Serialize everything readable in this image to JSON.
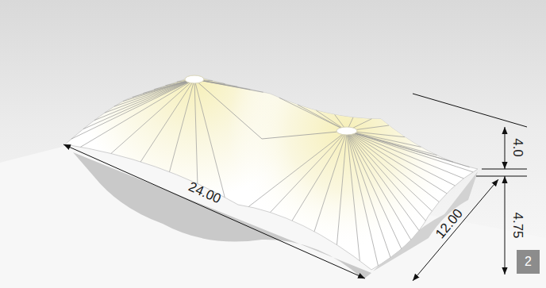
{
  "diagram": {
    "nodes": [
      {
        "text": [
          "2"
        ]
      }
    ],
    "labels": [
      "24.00",
      "12.00",
      "4.75",
      "4.0"
    ]
  }
}
